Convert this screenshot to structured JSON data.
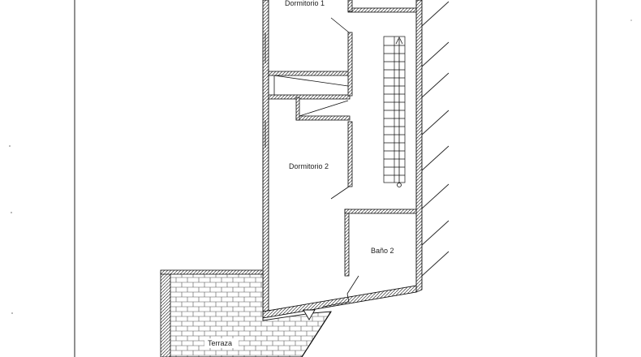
{
  "rooms": {
    "dormitorio1": "Dormitorio 1",
    "dormitorio2": "Dormitorio 2",
    "bano2": "Baño 2",
    "terraza": "Terraza"
  }
}
